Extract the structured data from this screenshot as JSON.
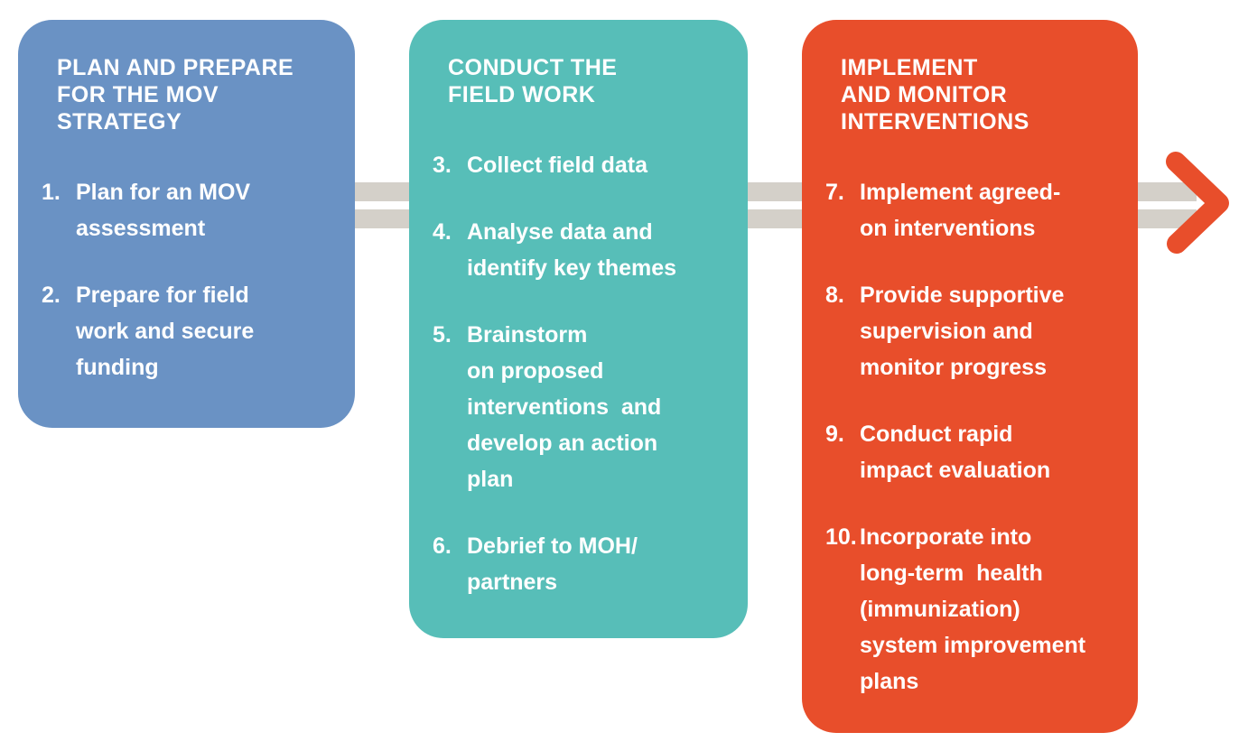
{
  "diagram": {
    "kind": "process-flow",
    "colors": {
      "box_blue": "#6A92C4",
      "box_teal": "#57BEB8",
      "box_orange": "#E84E2B",
      "connector_gray": "#D4D0C9",
      "arrow": "#E84E2B",
      "text": "#FFFFFF"
    },
    "columns": [
      {
        "id": "plan-and-prepare",
        "color": "#6A92C4",
        "title_lines": [
          "PLAN AND PREPARE",
          "FOR THE MOV",
          "STRATEGY"
        ],
        "items": [
          {
            "number": "1.",
            "lines": [
              "Plan for an MOV",
              "assessment"
            ]
          },
          {
            "number": "2.",
            "lines": [
              "Prepare for field",
              "work and secure",
              "funding"
            ]
          }
        ]
      },
      {
        "id": "conduct-field-work",
        "color": "#57BEB8",
        "title_lines": [
          "CONDUCT THE",
          "FIELD WORK"
        ],
        "items": [
          {
            "number": "3.",
            "lines": [
              "Collect field data"
            ]
          },
          {
            "number": "4.",
            "lines": [
              "Analyse data and",
              "identify key themes"
            ]
          },
          {
            "number": "5.",
            "lines": [
              "Brainstorm",
              "on proposed",
              "interventions  and",
              "develop an action",
              "plan"
            ]
          },
          {
            "number": "6.",
            "lines": [
              "Debrief to MOH/",
              "partners"
            ]
          }
        ]
      },
      {
        "id": "implement-and-monitor",
        "color": "#E84E2B",
        "title_lines": [
          "IMPLEMENT",
          "AND MONITOR",
          "INTERVENTIONS"
        ],
        "items": [
          {
            "number": "7.",
            "lines": [
              "Implement agreed-",
              "on interventions"
            ]
          },
          {
            "number": "8.",
            "lines": [
              "Provide supportive",
              "supervision and",
              "monitor progress"
            ]
          },
          {
            "number": "9.",
            "lines": [
              "Conduct rapid",
              "impact evaluation"
            ]
          },
          {
            "number": "10.",
            "lines": [
              "Incorporate into",
              "long-term  health",
              "(immunization)",
              "system improvement",
              "plans"
            ]
          }
        ]
      }
    ],
    "flow_arrow": "chevron-right-icon"
  }
}
